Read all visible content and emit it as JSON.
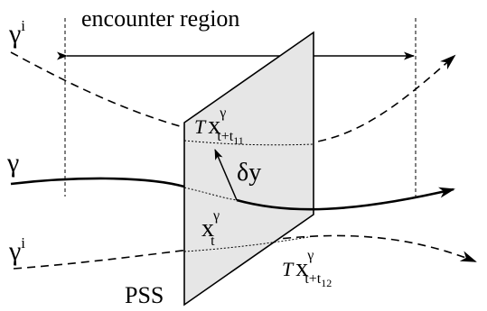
{
  "labels": {
    "region": "encounter region",
    "gamma_i_top": "γ",
    "gamma_i_top_sup": "i",
    "gamma_mid": "γ",
    "gamma_i_bottom": "γ",
    "gamma_i_bottom_sup": "i",
    "pss": "PSS",
    "delta_y": "δy",
    "x_t_base": "x",
    "x_t_sup": "γ",
    "x_t_sub": "t",
    "tx_top_op": "T",
    "tx_top_base": "x",
    "tx_top_sup": "γ",
    "tx_top_sub": "t+t",
    "tx_top_subsub": "11",
    "tx_bot_op": "T",
    "tx_bot_base": "x",
    "tx_bot_sup": "γ",
    "tx_bot_sub": "t+t",
    "tx_bot_subsub": "12"
  },
  "colors": {
    "plane_fill": "#e6e6e6",
    "stroke": "#000000"
  }
}
